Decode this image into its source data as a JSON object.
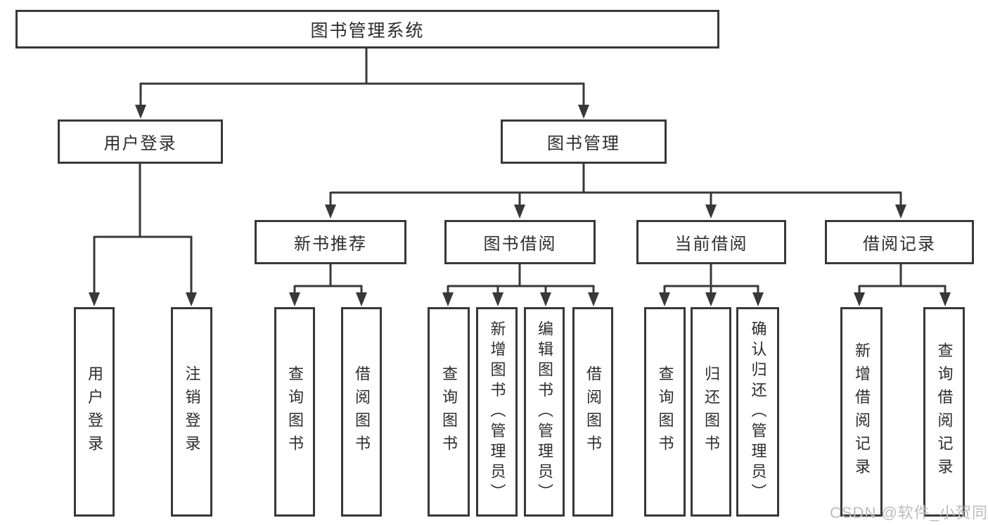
{
  "nodes": {
    "root": {
      "label": "图书管理系统"
    },
    "user_login": {
      "label": "用户登录",
      "children": [
        {
          "label": "用户登录"
        },
        {
          "label": "注销登录"
        }
      ]
    },
    "book_mgmt": {
      "label": "图书管理",
      "submodules": {
        "new_books": {
          "label": "新书推荐",
          "children": [
            {
              "label": "查询图书"
            },
            {
              "label": "借阅图书"
            }
          ]
        },
        "borrowing": {
          "label": "图书借阅",
          "children": [
            {
              "label": "查询图书"
            },
            {
              "label": "新增图书（管理员）"
            },
            {
              "label": "编辑图书（管理员）"
            },
            {
              "label": "借阅图书"
            }
          ]
        },
        "current": {
          "label": "当前借阅",
          "children": [
            {
              "label": "查询图书"
            },
            {
              "label": "归还图书"
            },
            {
              "label": "确认归还（管理员）"
            }
          ]
        },
        "records": {
          "label": "借阅记录",
          "children": [
            {
              "label": "新增借阅记录"
            },
            {
              "label": "查询借阅记录"
            }
          ]
        }
      }
    }
  },
  "watermark": {
    "text": "CSDN @软件_小贺同学",
    "color": "#bcbcbc"
  },
  "colors": {
    "line": "#383838",
    "box_border": "#383838",
    "box_fill": "#ffffff",
    "text": "#2d2d2d",
    "background": "#ffffff"
  }
}
